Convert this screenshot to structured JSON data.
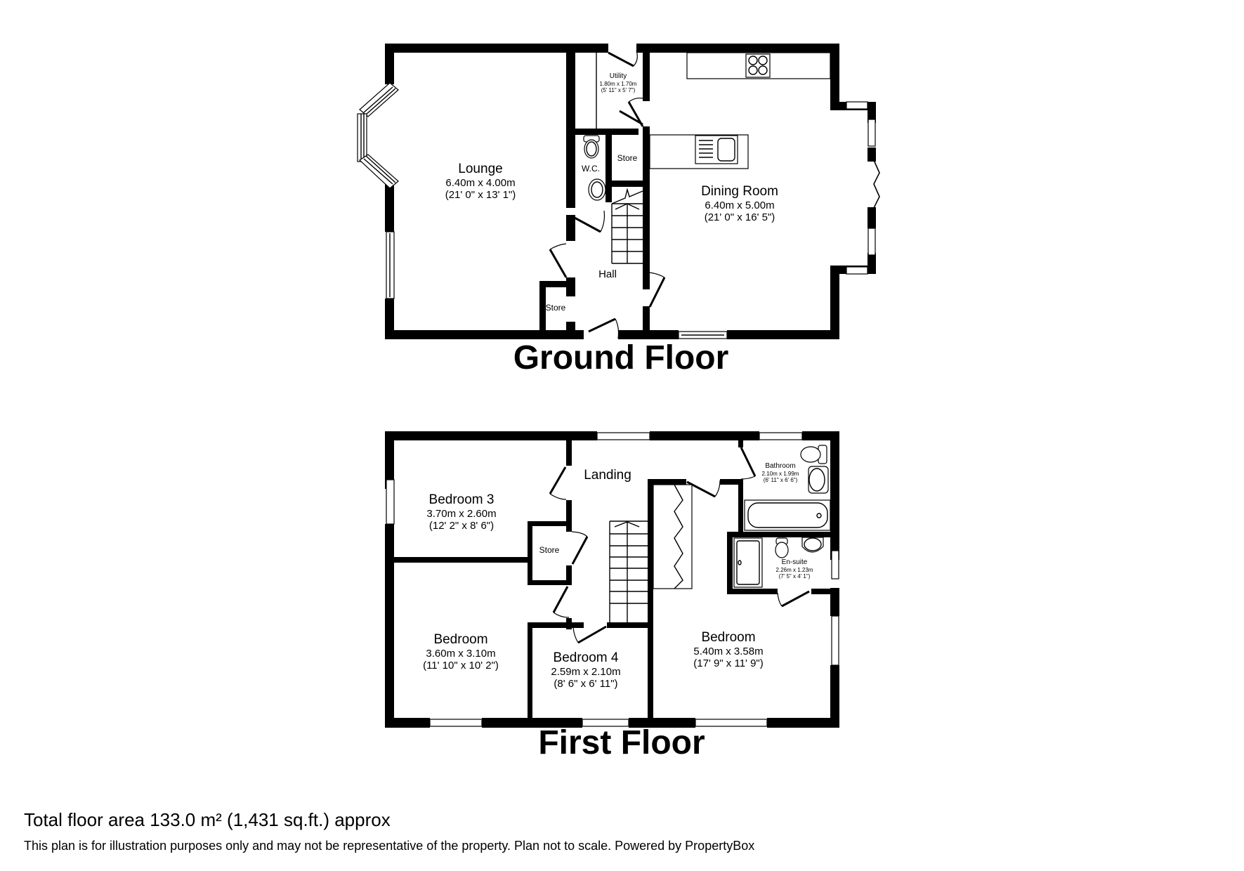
{
  "ground_floor": {
    "title": "Ground Floor",
    "rooms": {
      "lounge": {
        "name": "Lounge",
        "metric": "6.40m x 4.00m",
        "imperial": "(21' 0\" x 13' 1\")"
      },
      "dining": {
        "name": "Dining Room",
        "metric": "6.40m x 5.00m",
        "imperial": "(21' 0\" x 16' 5\")"
      },
      "utility": {
        "name": "Utility",
        "metric": "1.80m x 1.70m",
        "imperial": "(5' 11\" x 5' 7\")"
      },
      "wc": {
        "name": "W.C."
      },
      "store_upper": {
        "name": "Store"
      },
      "store_lower": {
        "name": "Store"
      },
      "hall": {
        "name": "Hall"
      }
    }
  },
  "first_floor": {
    "title": "First Floor",
    "rooms": {
      "landing": {
        "name": "Landing"
      },
      "bedroom3": {
        "name": "Bedroom 3",
        "metric": "3.70m x 2.60m",
        "imperial": "(12' 2\" x 8' 6\")"
      },
      "store": {
        "name": "Store"
      },
      "bedroom_left": {
        "name": "Bedroom",
        "metric": "3.60m x 3.10m",
        "imperial": "(11' 10\" x 10' 2\")"
      },
      "bedroom4": {
        "name": "Bedroom 4",
        "metric": "2.59m x 2.10m",
        "imperial": "(8' 6\" x 6' 11\")"
      },
      "bedroom_main": {
        "name": "Bedroom",
        "metric": "5.40m x 3.58m",
        "imperial": "(17' 9\" x 11' 9\")"
      },
      "bathroom": {
        "name": "Bathroom",
        "metric": "2.10m x 1.99m",
        "imperial": "(6' 11\" x 6' 6\")"
      },
      "ensuite": {
        "name": "En-suite",
        "metric": "2.26m x 1.23m",
        "imperial": "(7' 5\" x 4' 1\")"
      }
    }
  },
  "footer": {
    "total_area": "Total floor area 133.0 m² (1,431 sq.ft.) approx",
    "disclaimer": "This plan is for illustration purposes only and may not be representative of the property. Plan not to scale. Powered by PropertyBox"
  },
  "colors": {
    "wall": "#000000",
    "background": "#ffffff"
  }
}
